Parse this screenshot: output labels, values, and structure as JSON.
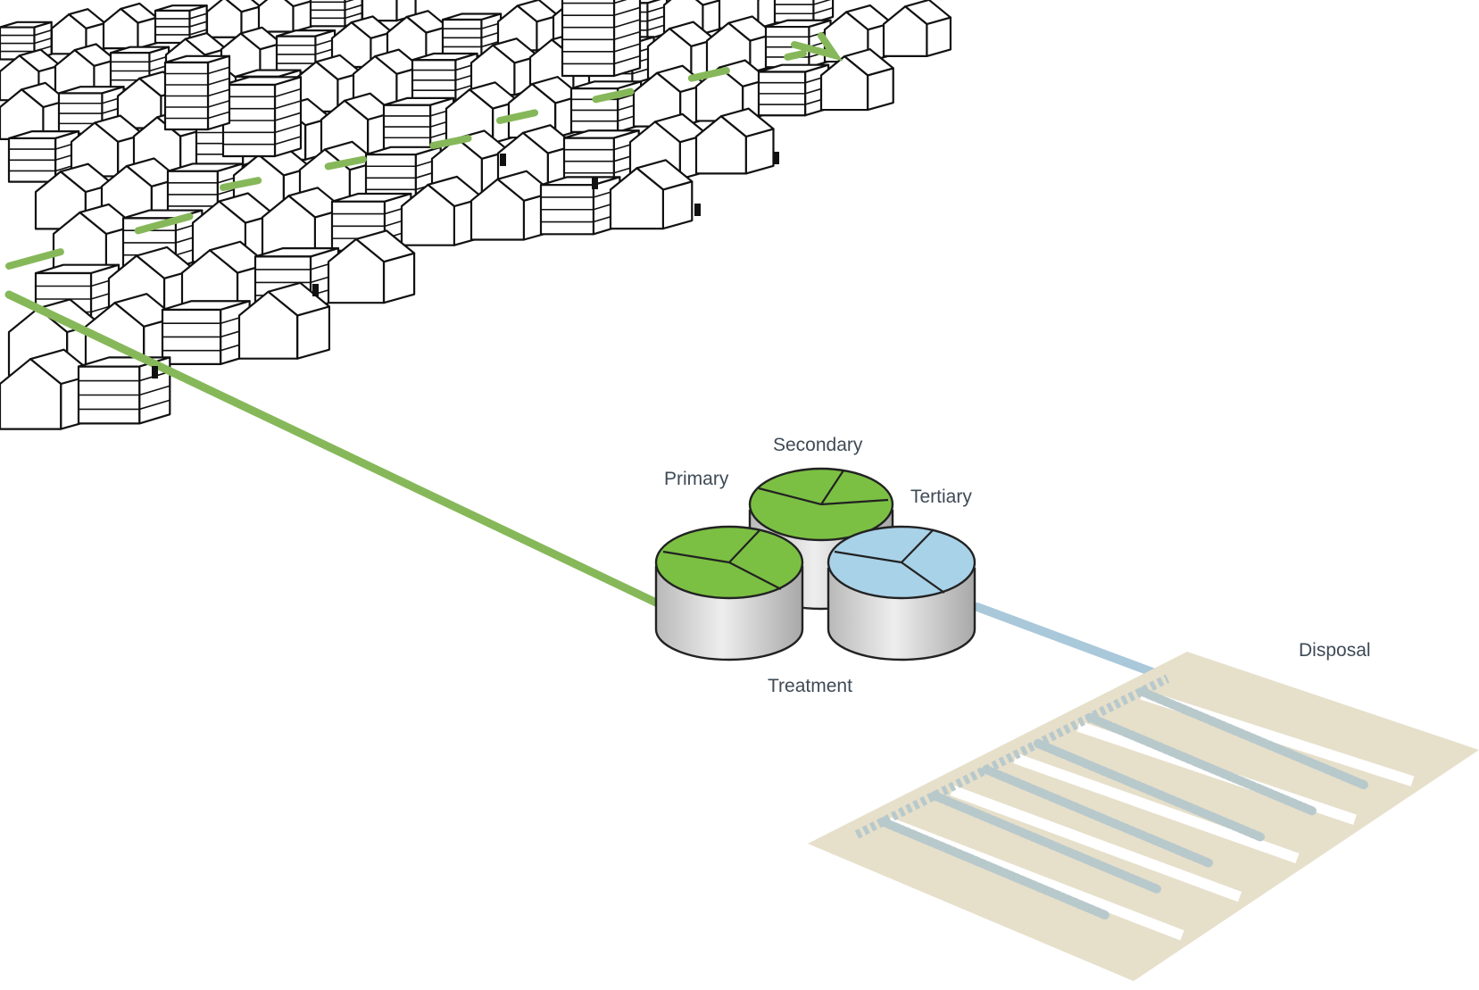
{
  "labels": {
    "primary": "Primary",
    "secondary": "Secondary",
    "tertiary": "Tertiary",
    "treatment": "Treatment",
    "disposal": "Disposal"
  },
  "colors": {
    "sewer_pipe": "#86b85a",
    "treated_pipe": "#a9c8da",
    "primary_top": "#7bc043",
    "secondary_top": "#7bc043",
    "tertiary_top": "#a8d2e8",
    "tank_wall": "#d4d4d4",
    "disposal_field": "#e6dfca",
    "house_line": "#111111"
  }
}
